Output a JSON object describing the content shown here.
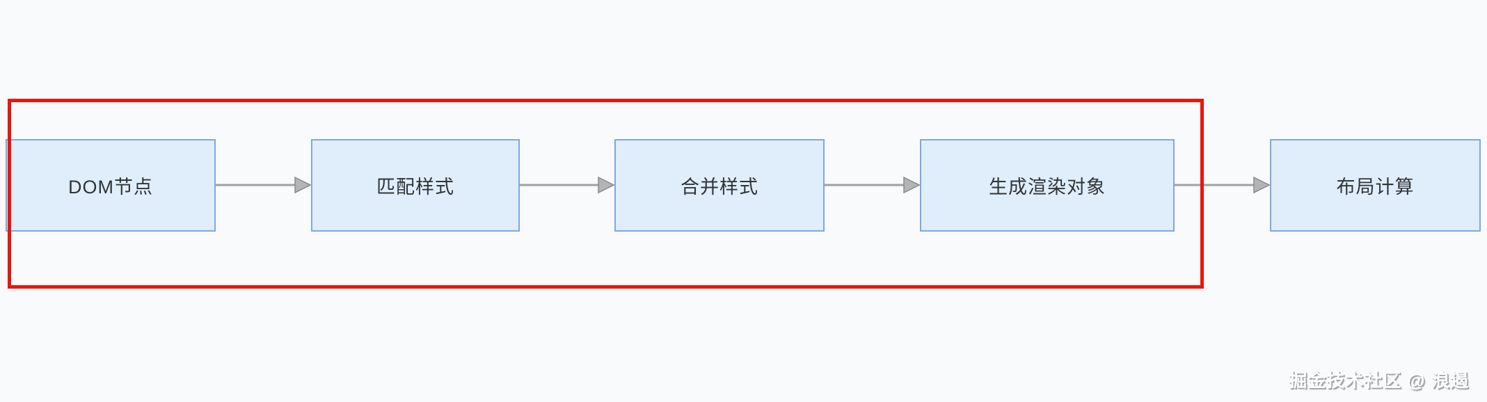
{
  "diagram": {
    "type": "flowchart",
    "direction": "left-to-right",
    "nodes": [
      {
        "id": "dom-node",
        "label": "DOM节点"
      },
      {
        "id": "match-styles",
        "label": "匹配样式"
      },
      {
        "id": "merge-styles",
        "label": "合并样式"
      },
      {
        "id": "generate-render-objects",
        "label": "生成渲染对象"
      },
      {
        "id": "layout-calculation",
        "label": "布局计算"
      }
    ],
    "edges": [
      {
        "from": "dom-node",
        "to": "match-styles"
      },
      {
        "from": "match-styles",
        "to": "merge-styles"
      },
      {
        "from": "merge-styles",
        "to": "generate-render-objects"
      },
      {
        "from": "generate-render-objects",
        "to": "layout-calculation"
      }
    ],
    "highlight": {
      "shape": "red-rectangle",
      "encloses": [
        "dom-node",
        "match-styles",
        "merge-styles",
        "generate-render-objects"
      ]
    }
  },
  "watermark": {
    "text": "掘金技术社区 @ 浪遏"
  },
  "colors": {
    "background": "#f8fafc",
    "node_fill": "#e0eefb",
    "node_border": "#7da7e4",
    "node_text": "#303438",
    "arrow": "#a0a0a0",
    "arrow_head_fill": "#b4b4b4",
    "arrow_head_stroke": "#8a8a8a",
    "highlight": "#ea160e",
    "watermark_text": "#ffffff",
    "watermark_shadow": "#a3a3a3"
  }
}
